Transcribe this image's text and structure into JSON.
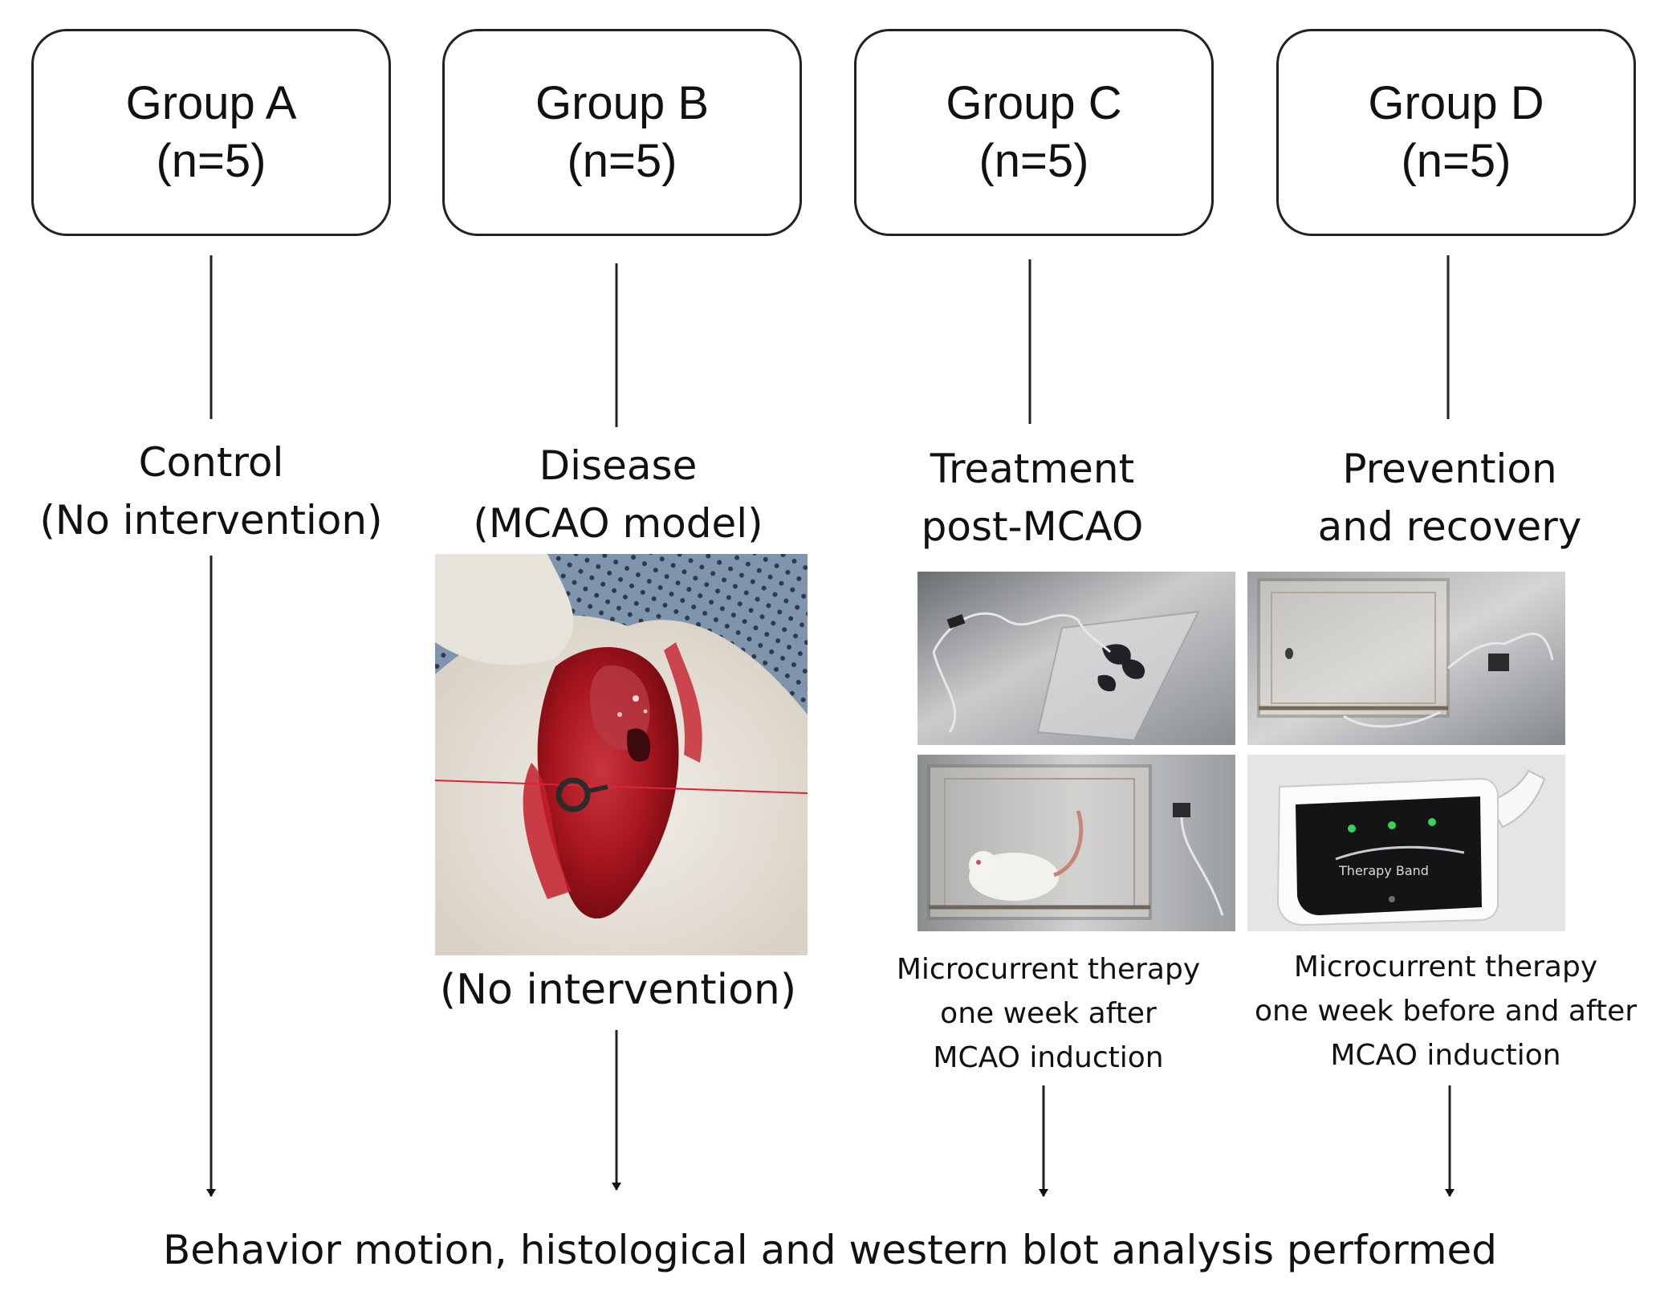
{
  "groups": [
    {
      "name": "Group A",
      "n": "(n=5)"
    },
    {
      "name": "Group B",
      "n": "(n=5)"
    },
    {
      "name": "Group C",
      "n": "(n=5)"
    },
    {
      "name": "Group D",
      "n": "(n=5)"
    }
  ],
  "labels": {
    "a": {
      "line1": "Control",
      "line2": "(No intervention)"
    },
    "b": {
      "line1": "Disease",
      "line2": "(MCAO model)"
    },
    "c": {
      "line1": "Treatment",
      "line2": "post-MCAO"
    },
    "d": {
      "line1": "Prevention",
      "line2": "and recovery"
    }
  },
  "b_bottom": "(No intervention)",
  "c_desc": {
    "line1": "Microcurrent therapy",
    "line2": "one week after",
    "line3": "MCAO induction"
  },
  "d_desc": {
    "line1": "Microcurrent therapy",
    "line2": "one week before and after",
    "line3": "MCAO induction"
  },
  "device_label": "Therapy Band",
  "footer": "Behavior motion, histological and western blot analysis performed"
}
